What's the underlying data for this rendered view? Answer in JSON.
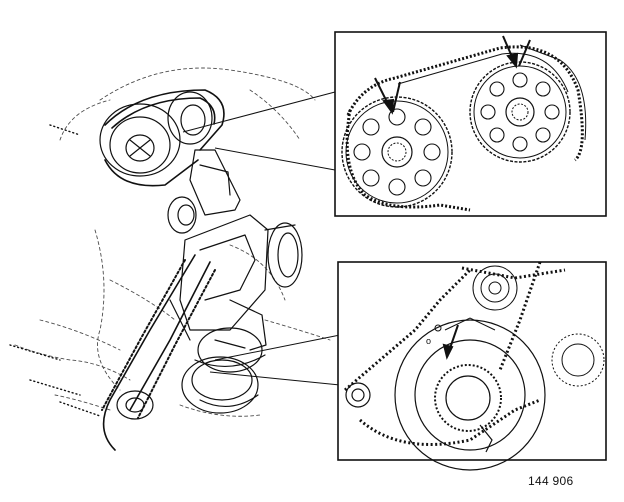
{
  "figure": {
    "reference_number": "144 906",
    "colors": {
      "ink": "#111111",
      "background": "#ffffff"
    },
    "detail_views": [
      {
        "name": "upper-inset",
        "subject": "camshaft-sprockets-with-timing-marks"
      },
      {
        "name": "lower-inset",
        "subject": "crankshaft-sprocket-with-timing-marks"
      }
    ],
    "icons": [
      "arrow-icon",
      "gear-icon",
      "belt-icon"
    ]
  }
}
